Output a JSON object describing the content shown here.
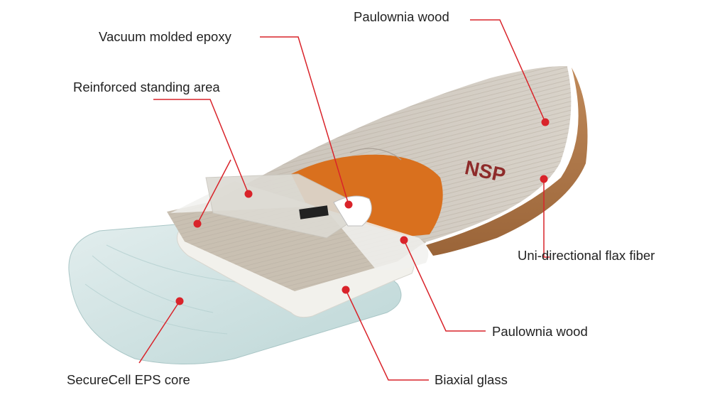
{
  "diagram": {
    "brand_logo": "NSP",
    "callouts": [
      {
        "id": "paulownia-top",
        "label": "Paulownia wood"
      },
      {
        "id": "vacuum-epoxy",
        "label": "Vacuum molded epoxy"
      },
      {
        "id": "reinforced-area",
        "label": "Reinforced standing area"
      },
      {
        "id": "flax-fiber",
        "label": "Uni-directional flax fiber"
      },
      {
        "id": "paulownia-mid",
        "label": "Paulownia wood"
      },
      {
        "id": "eps-core",
        "label": "SecureCell EPS core"
      },
      {
        "id": "biaxial-glass",
        "label": "Biaxial glass"
      }
    ]
  },
  "colors": {
    "accent_red": "#d9232a",
    "deck_wood": "#cfc8be",
    "deck_grain": "#b9b0a4",
    "rail_wood": "#b0784a",
    "orange_patch": "#d9701e",
    "eps_core": "#cfe2e2",
    "glass_layer": "#f2f1ec",
    "logo_red": "#8e2b2a"
  }
}
